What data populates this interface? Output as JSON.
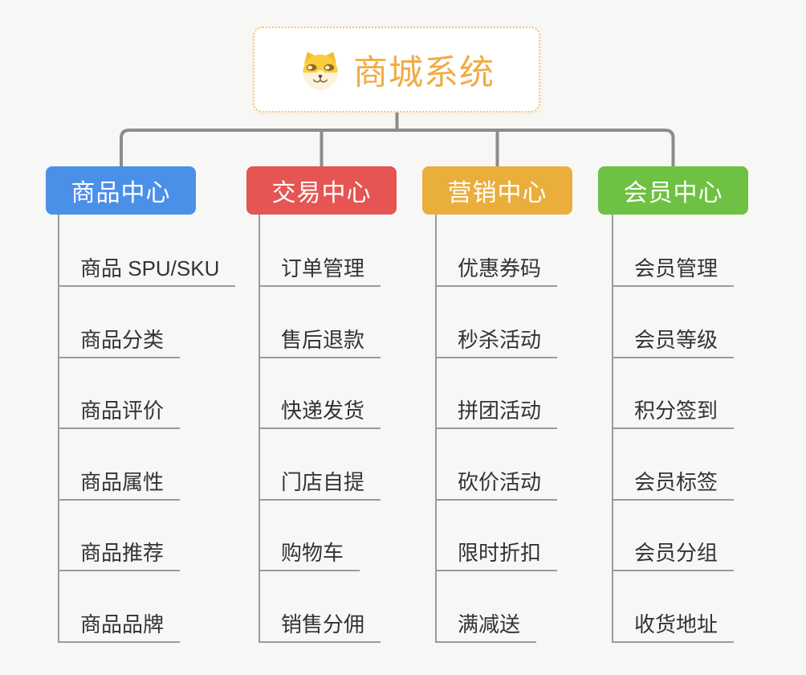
{
  "canvas": {
    "background": "#f7f7f6",
    "connector_color": "#8c8c8c",
    "leaf_line_color": "#9b9b9b",
    "leaf_text_color": "#333333"
  },
  "root": {
    "label": "商城系统",
    "icon": "dog-face-icon",
    "text_color": "#f0ac45",
    "border_color": "#f3c266",
    "background": "#ffffff"
  },
  "branches": [
    {
      "label": "商品中心",
      "color": "#4b90e8",
      "items": [
        "商品 SPU/SKU",
        "商品分类",
        "商品评价",
        "商品属性",
        "商品推荐",
        "商品品牌"
      ]
    },
    {
      "label": "交易中心",
      "color": "#e45553",
      "items": [
        "订单管理",
        "售后退款",
        "快递发货",
        "门店自提",
        "购物车",
        "销售分佣"
      ]
    },
    {
      "label": "营销中心",
      "color": "#eaae3d",
      "items": [
        "优惠券码",
        "秒杀活动",
        "拼团活动",
        "砍价活动",
        "限时折扣",
        "满减送"
      ]
    },
    {
      "label": "会员中心",
      "color": "#6ec143",
      "items": [
        "会员管理",
        "会员等级",
        "积分签到",
        "会员标签",
        "会员分组",
        "收货地址"
      ]
    }
  ]
}
